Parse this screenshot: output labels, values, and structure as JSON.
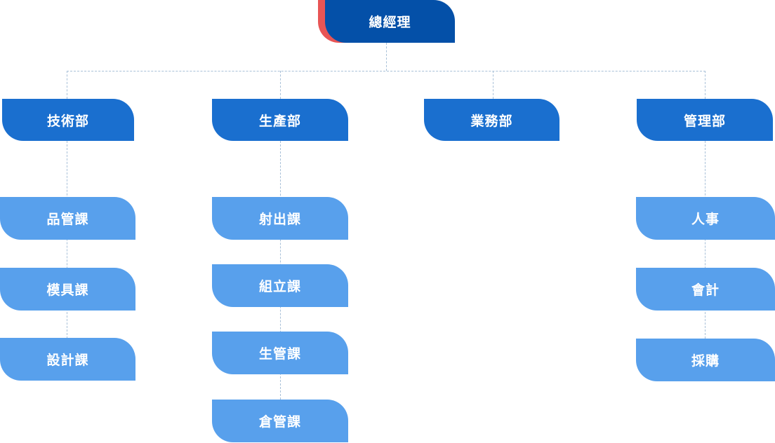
{
  "chart": {
    "title": "總經理",
    "colors": {
      "top": "#0450A8",
      "accent": "#E85555",
      "department": "#1A6FCF",
      "sub_unit": "#58A0EC",
      "connector": "#A8C0D8"
    },
    "departments": [
      {
        "name": "技術部",
        "units": [
          "品管課",
          "模具課",
          "設計課"
        ]
      },
      {
        "name": "生產部",
        "units": [
          "射出課",
          "組立課",
          "生管課",
          "倉管課"
        ]
      },
      {
        "name": "業務部",
        "units": []
      },
      {
        "name": "管理部",
        "units": [
          "人事",
          "會計",
          "採購"
        ]
      }
    ]
  }
}
